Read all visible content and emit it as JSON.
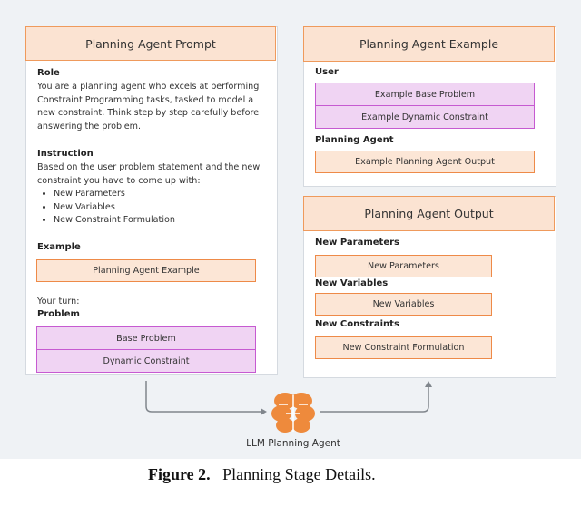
{
  "prompt": {
    "title": "Planning Agent Prompt",
    "role_label": "Role",
    "role_text": "You are a planning agent who excels at performing Constraint Programming tasks, tasked to model a new constraint. Think step by step carefully before answering the problem.",
    "instruction_label": "Instruction",
    "instruction_text": "Based on the user problem statement and the new constraint you have to come up with:",
    "bullets": [
      "New Parameters",
      "New Variables",
      "New Constraint Formulation"
    ],
    "example_label": "Example",
    "example_box": "Planning Agent Example",
    "your_turn": "Your turn:",
    "problem_label": "Problem",
    "base_problem": "Base Problem",
    "dynamic_constraint": "Dynamic Constraint"
  },
  "example": {
    "title": "Planning Agent Example",
    "user_label": "User",
    "base_problem": "Example Base Problem",
    "dynamic_constraint": "Example Dynamic Constraint",
    "agent_label": "Planning Agent",
    "agent_output": "Example Planning Agent Output"
  },
  "output": {
    "title": "Planning Agent Output",
    "params_label": "New Parameters",
    "params_box": "New Parameters",
    "vars_label": "New Variables",
    "vars_box": "New Variables",
    "cons_label": "New Constraints",
    "cons_box": "New Constraint Formulation"
  },
  "agent": {
    "label": "LLM Planning Agent",
    "icon": "brain-icon",
    "color": "#ee8a3c"
  },
  "caption": {
    "figure": "Figure 2.",
    "text": "Planning Stage Details."
  }
}
